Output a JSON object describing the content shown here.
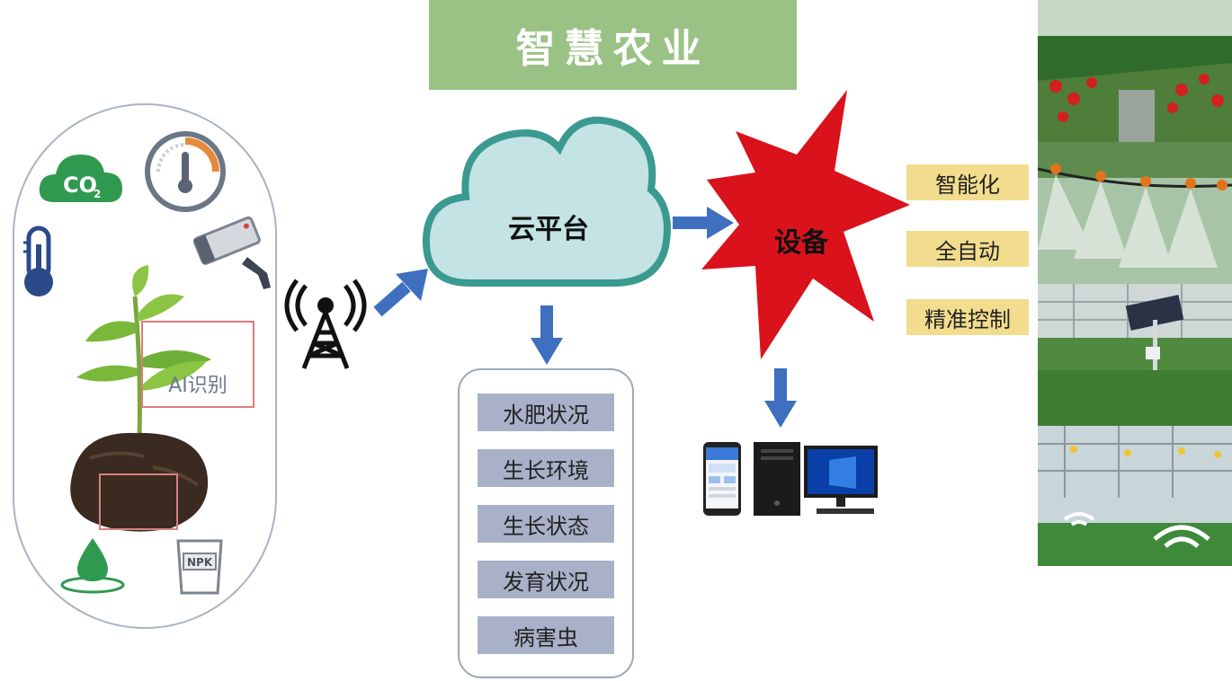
{
  "title": "智慧农业",
  "sensors": {
    "co2_text": "CO",
    "co2_sub": "2",
    "ai_label": "AI识别",
    "npk_label": "NPK"
  },
  "cloud": {
    "label": "云平台"
  },
  "data_items": [
    "水肥状况",
    "生长环境",
    "生长状态",
    "发育状况",
    "病害虫"
  ],
  "device": {
    "label": "设备"
  },
  "features": [
    "智能化",
    "全自动",
    "精准控制"
  ],
  "colors": {
    "title_bg": "#9bc285",
    "cloud_fill": "#c3e3e5",
    "cloud_stroke": "#3a9a90",
    "arrow": "#3f6fbf",
    "burst": "#d9121b",
    "list_item_bg": "#a8b1c8",
    "feature_bg": "#f2dc8e"
  }
}
